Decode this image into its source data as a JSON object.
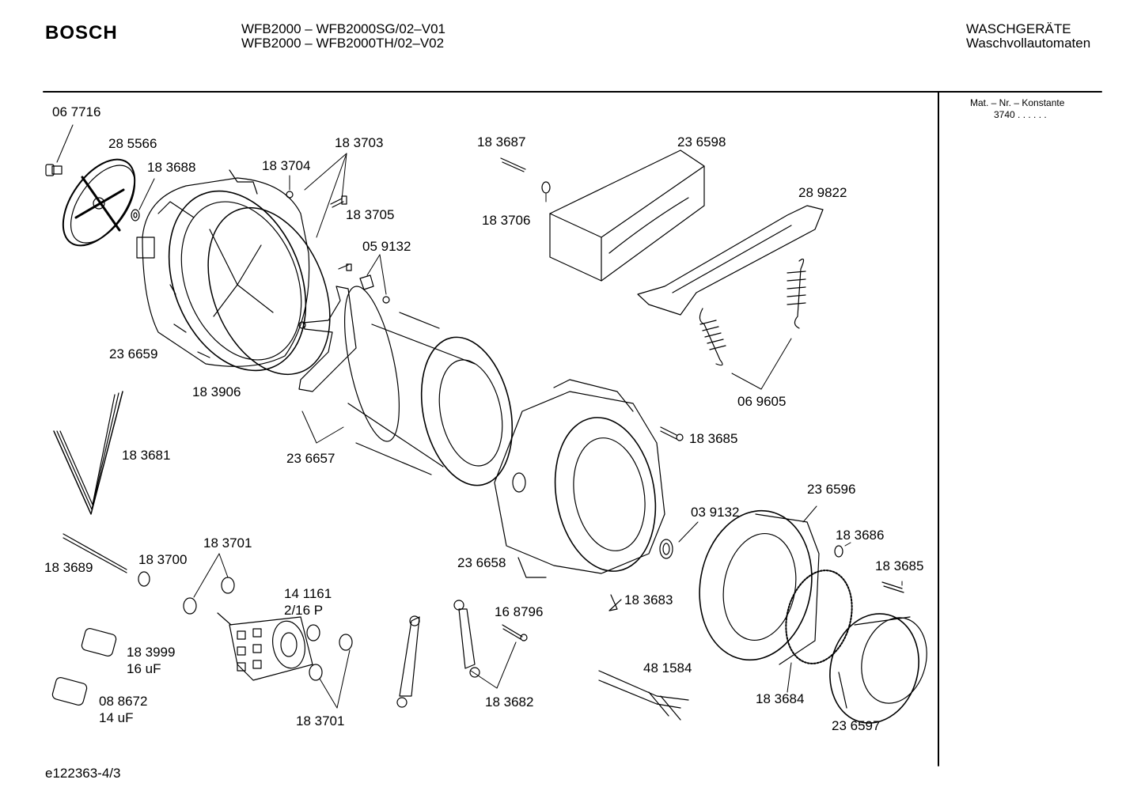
{
  "header": {
    "brand": "BOSCH",
    "model_line_1": "WFB2000 – WFB2000SG/02–V01",
    "model_line_2": "WFB2000 – WFB2000TH/02–V02",
    "category": "WASCHGERÄTE",
    "subcategory": "Waschvollautomaten"
  },
  "sidebar": {
    "mat_label": "Mat. – Nr. – Konstante",
    "mat_value": "3740  .  .  .  .  .  ."
  },
  "footer": {
    "doc_code": "e122363-4/3"
  },
  "parts": [
    {
      "id": "p1",
      "text": "06 7716"
    },
    {
      "id": "p2",
      "text": "28 5566"
    },
    {
      "id": "p3",
      "text": "18 3688"
    },
    {
      "id": "p4",
      "text": "18 3703"
    },
    {
      "id": "p5",
      "text": "18 3704"
    },
    {
      "id": "p6",
      "text": "18 3705"
    },
    {
      "id": "p7",
      "text": "05 9132"
    },
    {
      "id": "p8",
      "text": "18 3687"
    },
    {
      "id": "p9",
      "text": "18 3706"
    },
    {
      "id": "p10",
      "text": "23 6598"
    },
    {
      "id": "p11",
      "text": "28 9822"
    },
    {
      "id": "p12",
      "text": "23 6659"
    },
    {
      "id": "p13",
      "text": "18 3906"
    },
    {
      "id": "p14",
      "text": "23 6657"
    },
    {
      "id": "p15",
      "text": "06 9605"
    },
    {
      "id": "p16",
      "text": "18 3685"
    },
    {
      "id": "p17",
      "text": "18 3681"
    },
    {
      "id": "p18",
      "text": "23 6596"
    },
    {
      "id": "p19",
      "text": "03 9132"
    },
    {
      "id": "p20",
      "text": "18 3686"
    },
    {
      "id": "p21",
      "text": "18 3701"
    },
    {
      "id": "p22",
      "text": "18 3689"
    },
    {
      "id": "p23",
      "text": "18 3700"
    },
    {
      "id": "p24",
      "text": "23 6658"
    },
    {
      "id": "p25",
      "text": "18 3685"
    },
    {
      "id": "p26",
      "text": "14 1161"
    },
    {
      "id": "p27",
      "text": "2/16 P"
    },
    {
      "id": "p28",
      "text": "18 3683"
    },
    {
      "id": "p29",
      "text": "16 8796"
    },
    {
      "id": "p30",
      "text": "18 3999"
    },
    {
      "id": "p31",
      "text": "16 uF"
    },
    {
      "id": "p32",
      "text": "48 1584"
    },
    {
      "id": "p33",
      "text": "08 8672"
    },
    {
      "id": "p34",
      "text": "14 uF"
    },
    {
      "id": "p35",
      "text": "18 3682"
    },
    {
      "id": "p36",
      "text": "18 3684"
    },
    {
      "id": "p37",
      "text": "18 3701"
    },
    {
      "id": "p38",
      "text": "23 6597"
    }
  ]
}
